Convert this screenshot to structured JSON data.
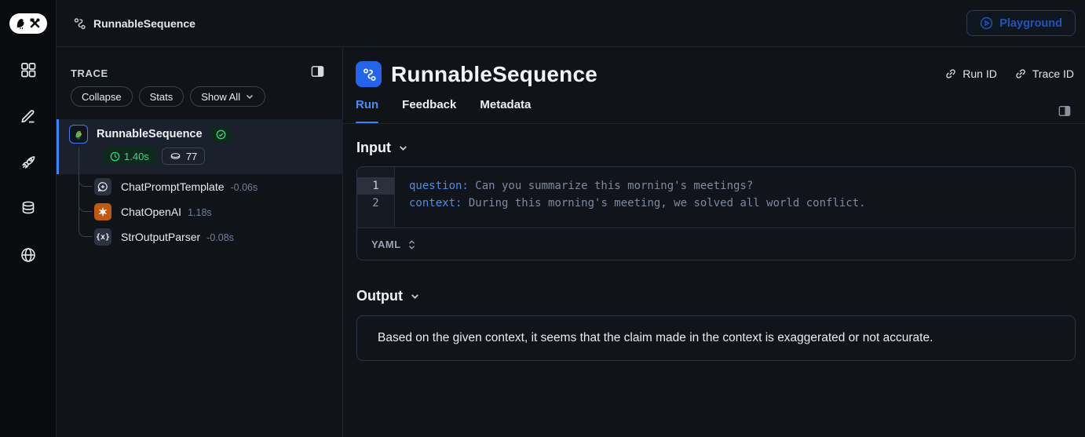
{
  "topbar": {
    "trace_name": "RunnableSequence",
    "playground_label": "Playground"
  },
  "rail": {
    "icons": [
      "grid-icon",
      "annotate-pencil-icon",
      "rocket-icon",
      "database-icon",
      "globe-icon"
    ]
  },
  "sidebar": {
    "panel_title": "TRACE",
    "collapse_button": "Collapse",
    "stats_button": "Stats",
    "show_all_button": "Show All",
    "root": {
      "name": "RunnableSequence",
      "status": "success",
      "latency": "1.40s",
      "tokens": "77"
    },
    "children": [
      {
        "name": "ChatPromptTemplate",
        "duration": "-0.06s",
        "icon": "chat-plus-icon"
      },
      {
        "name": "ChatOpenAI",
        "duration": "1.18s",
        "icon": "openai-icon"
      },
      {
        "name": "StrOutputParser",
        "duration": "-0.08s",
        "icon": "braces-icon",
        "glyph": "{x}"
      }
    ]
  },
  "main": {
    "title": "RunnableSequence",
    "run_id_label": "Run ID",
    "trace_id_label": "Trace ID",
    "tabs": [
      {
        "label": "Run",
        "active": true
      },
      {
        "label": "Feedback",
        "active": false
      },
      {
        "label": "Metadata",
        "active": false
      }
    ],
    "input": {
      "header": "Input",
      "format": "YAML",
      "code_lines": [
        {
          "num": "1",
          "key": "question:",
          "value": " Can you summarize this morning's meetings?"
        },
        {
          "num": "2",
          "key": "context:",
          "value": " During this morning's meeting, we solved all world conflict."
        }
      ]
    },
    "output": {
      "header": "Output",
      "text": "Based on the given context, it seems that the claim made in the context is exaggerated or not accurate."
    }
  },
  "colors": {
    "accent_blue": "#2563eb",
    "tab_active": "#4c8bf5",
    "success_green": "#3ed488",
    "yaml_key_blue": "#4e8ede",
    "openai_orange": "#c05a12",
    "panel_border": "#2b3444",
    "background": "#101318"
  }
}
